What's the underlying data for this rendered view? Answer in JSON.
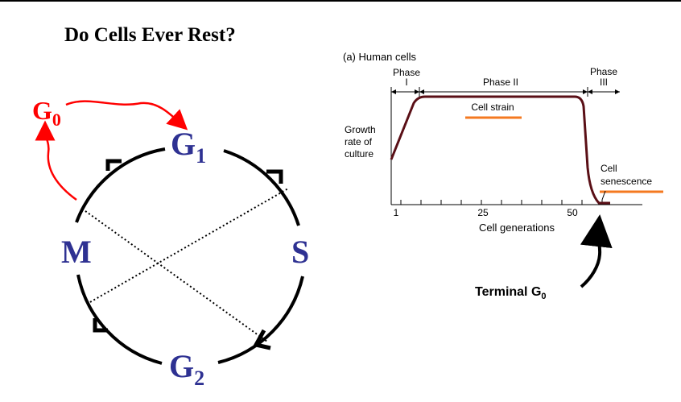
{
  "title": "Do Cells Ever Rest?",
  "cycle": {
    "g0_main": "G",
    "g0_sub": "0",
    "g1_main": "G",
    "g1_sub": "1",
    "s": "S",
    "g2_main": "G",
    "g2_sub": "2",
    "m": "M"
  },
  "growth_chart": {
    "panel_label": "(a) Human cells",
    "phase1": [
      "Phase",
      "I"
    ],
    "phase2": "Phase II",
    "phase3": [
      "Phase",
      "III"
    ],
    "ylabel": [
      "Growth",
      "rate of",
      "culture"
    ],
    "xlabel": "Cell generations",
    "xticks": [
      "1",
      "25",
      "50"
    ],
    "annotation_strain": "Cell strain",
    "annotation_senescence": [
      "Cell",
      "senescence"
    ],
    "terminal_main": "Terminal G",
    "terminal_sub": "0"
  },
  "colors": {
    "cycle_label": "#2e3192",
    "g0": "#ff0000",
    "curve": "#5a0f16",
    "highlight": "#f47920"
  }
}
